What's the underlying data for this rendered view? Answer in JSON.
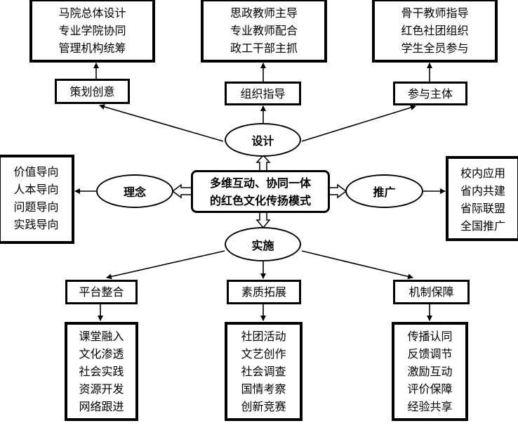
{
  "center": {
    "lines": [
      "多维互动、协同一体",
      "的红色文化传扬模式"
    ]
  },
  "design": {
    "label": "设计",
    "branches": [
      {
        "label": "策划创意",
        "details": [
          "马院总体设计",
          "专业学院协同",
          "管理机构统筹"
        ]
      },
      {
        "label": "组织指导",
        "details": [
          "思政教师主导",
          "专业教师配合",
          "政工干部主抓"
        ]
      },
      {
        "label": "参与主体",
        "details": [
          "骨干教师指导",
          "红色社团组织",
          "学生全员参与"
        ]
      }
    ]
  },
  "concept": {
    "label": "理念",
    "details": [
      "价值导向",
      "人本导向",
      "问题导向",
      "实践导向"
    ]
  },
  "promotion": {
    "label": "推广",
    "details": [
      "校内应用",
      "省内共建",
      "省际联盟",
      "全国推广"
    ]
  },
  "implementation": {
    "label": "实施",
    "branches": [
      {
        "label": "平台整合",
        "details": [
          "课堂融入",
          "文化渗透",
          "社会实践",
          "资源开发",
          "网络跟进"
        ]
      },
      {
        "label": "素质拓展",
        "details": [
          "社团活动",
          "文艺创作",
          "社会调查",
          "国情考察",
          "创新竞赛"
        ]
      },
      {
        "label": "机制保障",
        "details": [
          "传播认同",
          "反馈调节",
          "激励互动",
          "评价保障",
          "经验共享"
        ]
      }
    ]
  }
}
